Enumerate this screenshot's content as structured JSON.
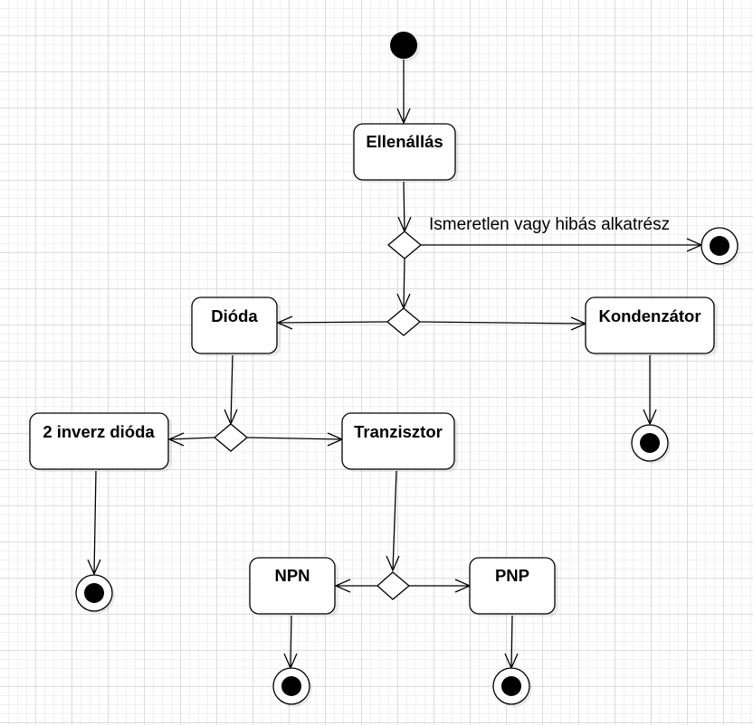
{
  "nodes": {
    "ellenallas": "Ellenállás",
    "dioda": "Dióda",
    "kondenzator": "Kondenzátor",
    "inverz_dioda": "2 inverz dióda",
    "tranzisztor": "Tranzisztor",
    "npn": "NPN",
    "pnp": "PNP"
  },
  "edges": {
    "unknown_part": "Ismeretlen vagy hibás alkatrész"
  }
}
